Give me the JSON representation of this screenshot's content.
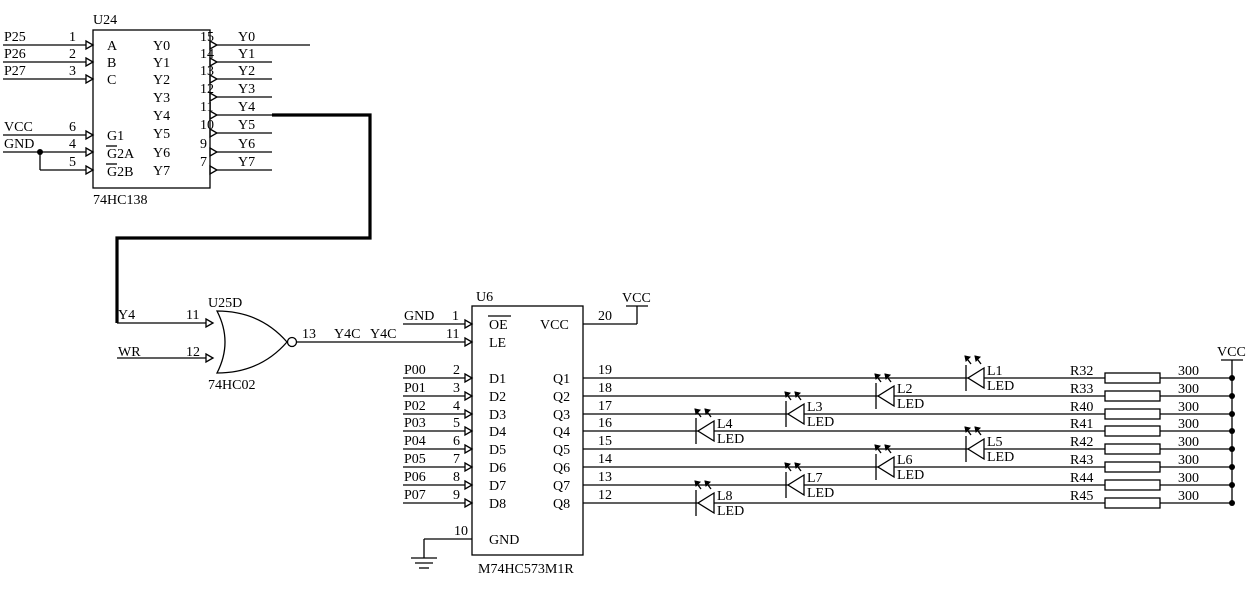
{
  "u24": {
    "ref": "U24",
    "part": "74HC138",
    "inputs": [
      {
        "net": "P25",
        "pin": "1",
        "label": "A"
      },
      {
        "net": "P26",
        "pin": "2",
        "label": "B"
      },
      {
        "net": "P27",
        "pin": "3",
        "label": "C"
      }
    ],
    "enables": [
      {
        "net": "VCC",
        "pin": "6",
        "label": "G1"
      },
      {
        "net": "GND",
        "pin": "4",
        "label": "G2A"
      },
      {
        "net": "",
        "pin": "5",
        "label": "G2B"
      }
    ],
    "outputs": [
      {
        "label": "Y0",
        "pin": "15",
        "net": "Y0"
      },
      {
        "label": "Y1",
        "pin": "14",
        "net": "Y1"
      },
      {
        "label": "Y2",
        "pin": "13",
        "net": "Y2"
      },
      {
        "label": "Y3",
        "pin": "12",
        "net": "Y3"
      },
      {
        "label": "Y4",
        "pin": "11",
        "net": "Y4"
      },
      {
        "label": "Y5",
        "pin": "10",
        "net": "Y5"
      },
      {
        "label": "Y6",
        "pin": "9",
        "net": "Y6"
      },
      {
        "label": "Y7",
        "pin": "7",
        "net": "Y7"
      }
    ]
  },
  "u25": {
    "ref": "U25D",
    "part": "74HC02",
    "in1": {
      "net": "Y4",
      "pin": "11"
    },
    "in2": {
      "net": "WR",
      "pin": "12"
    },
    "out": {
      "pin": "13",
      "net1": "Y4C",
      "net2": "Y4C"
    }
  },
  "u6": {
    "ref": "U6",
    "part": "M74HC573M1R",
    "oe": {
      "net": "GND",
      "pin": "1",
      "label": "OE"
    },
    "le": {
      "pin": "11",
      "label": "LE"
    },
    "vcc": {
      "label": "VCC",
      "pin": "20",
      "net": "VCC"
    },
    "gnd": {
      "pin": "10",
      "label": "GND"
    },
    "inputs": [
      {
        "net": "P00",
        "pin": "2",
        "label": "D1"
      },
      {
        "net": "P01",
        "pin": "3",
        "label": "D2"
      },
      {
        "net": "P02",
        "pin": "4",
        "label": "D3"
      },
      {
        "net": "P03",
        "pin": "5",
        "label": "D4"
      },
      {
        "net": "P04",
        "pin": "6",
        "label": "D5"
      },
      {
        "net": "P05",
        "pin": "7",
        "label": "D6"
      },
      {
        "net": "P06",
        "pin": "8",
        "label": "D7"
      },
      {
        "net": "P07",
        "pin": "9",
        "label": "D8"
      }
    ],
    "outputs": [
      {
        "label": "Q1",
        "pin": "19"
      },
      {
        "label": "Q2",
        "pin": "18"
      },
      {
        "label": "Q3",
        "pin": "17"
      },
      {
        "label": "Q4",
        "pin": "16"
      },
      {
        "label": "Q5",
        "pin": "15"
      },
      {
        "label": "Q6",
        "pin": "14"
      },
      {
        "label": "Q7",
        "pin": "13"
      },
      {
        "label": "Q8",
        "pin": "12"
      }
    ]
  },
  "leds": [
    {
      "ref": "L1",
      "type": "LED"
    },
    {
      "ref": "L2",
      "type": "LED"
    },
    {
      "ref": "L3",
      "type": "LED"
    },
    {
      "ref": "L4",
      "type": "LED"
    },
    {
      "ref": "L5",
      "type": "LED"
    },
    {
      "ref": "L6",
      "type": "LED"
    },
    {
      "ref": "L7",
      "type": "LED"
    },
    {
      "ref": "L8",
      "type": "LED"
    }
  ],
  "resistors": [
    {
      "ref": "R32",
      "value": "300"
    },
    {
      "ref": "R33",
      "value": "300"
    },
    {
      "ref": "R40",
      "value": "300"
    },
    {
      "ref": "R41",
      "value": "300"
    },
    {
      "ref": "R42",
      "value": "300"
    },
    {
      "ref": "R43",
      "value": "300"
    },
    {
      "ref": "R44",
      "value": "300"
    },
    {
      "ref": "R45",
      "value": "300"
    }
  ],
  "rail": {
    "net": "VCC"
  }
}
